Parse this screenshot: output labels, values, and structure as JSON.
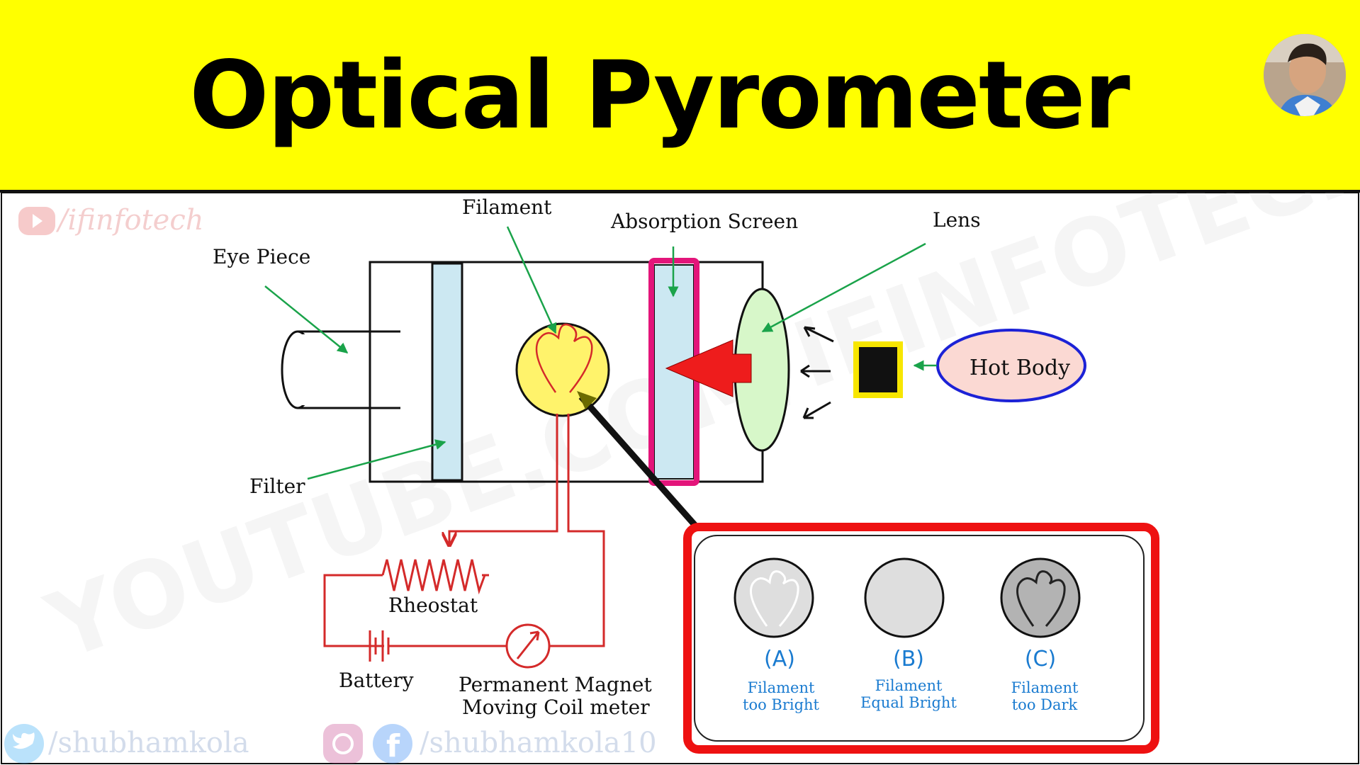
{
  "header": {
    "title": "Optical Pyrometer",
    "background": "#ffff00"
  },
  "labels": {
    "filament": "Filament",
    "absorption_screen": "Absorption Screen",
    "lens": "Lens",
    "eye_piece": "Eye Piece",
    "filter": "Filter",
    "hot_body": "Hot Body",
    "rheostat": "Rheostat",
    "battery": "Battery",
    "meter_line1": "Permanent Magnet",
    "meter_line2": "Moving Coil meter"
  },
  "states": [
    {
      "letter": "(A)",
      "line1": "Filament",
      "line2": "too Bright"
    },
    {
      "letter": "(B)",
      "line1": "Filament",
      "line2": "Equal Bright"
    },
    {
      "letter": "(C)",
      "line1": "Filament",
      "line2": "too Dark"
    }
  ],
  "watermarks": {
    "youtube_handle": "/ifinfotech",
    "twitter_handle": "/shubhamkola",
    "social_handle": "/shubhamkola10"
  },
  "colors": {
    "circuit": "#d42a2a",
    "leader": "#1aa34a",
    "filter": "#cce8f2",
    "screen_frame": "#e3157a",
    "hot_body_fill": "#fbd9d3",
    "hot_body_border": "#1c22d6",
    "bulb_fill": "#fff36b",
    "lens_fill": "#d7f7c9",
    "state_text": "#1a7bd0",
    "inset_border": "#ee1111"
  },
  "icons": [
    "youtube-icon",
    "twitter-icon",
    "instagram-icon",
    "facebook-icon",
    "ammeter-icon",
    "battery-icon",
    "rheostat-icon",
    "arrow-icon"
  ]
}
